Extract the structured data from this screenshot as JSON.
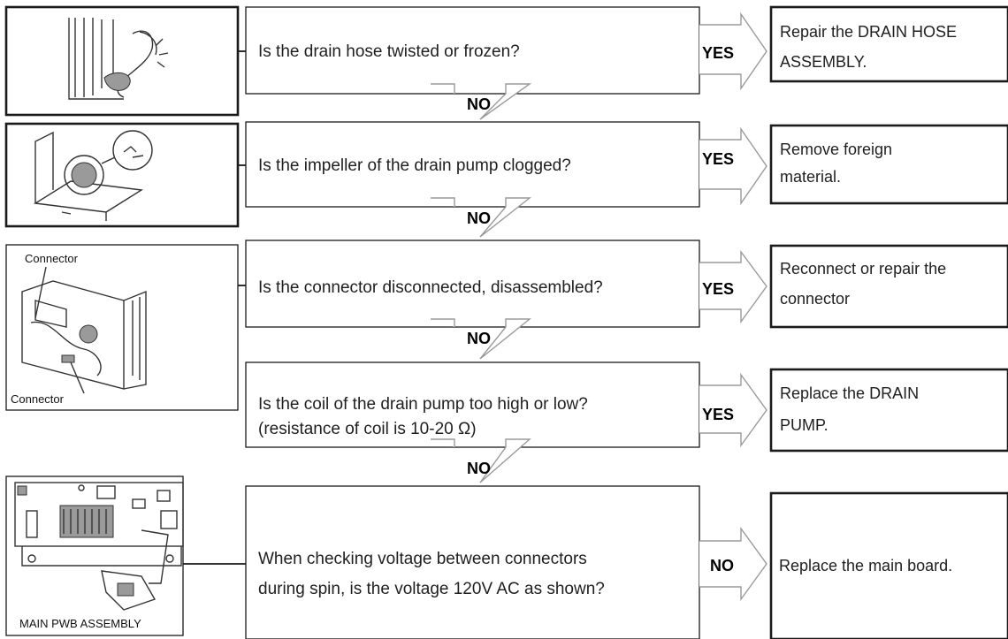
{
  "steps": [
    {
      "question": [
        "Is the drain hose twisted or frozen?"
      ],
      "answer_label": "YES",
      "action": [
        "Repair the DRAIN HOSE",
        "ASSEMBLY."
      ]
    },
    {
      "question": [
        "Is the impeller of the drain pump clogged?"
      ],
      "answer_label": "YES",
      "action": [
        "Remove foreign",
        "material."
      ]
    },
    {
      "question": [
        "Is the connector disconnected, disassembled?"
      ],
      "answer_label": "YES",
      "action": [
        "Reconnect or repair the",
        "connector"
      ]
    },
    {
      "question": [
        "Is the coil of the drain pump too high or low?",
        "(resistance of coil is 10-20 Ω)"
      ],
      "answer_label": "YES",
      "action": [
        "Replace the DRAIN",
        "PUMP."
      ]
    },
    {
      "question": [
        "When checking voltage between connectors",
        "during spin, is the voltage 120V AC as shown?"
      ],
      "answer_label": "NO",
      "action": [
        "Replace the main board."
      ]
    }
  ],
  "next_label": "NO",
  "illustrations": {
    "connector_top": "Connector",
    "connector_bottom": "Connector",
    "main_pwb": "MAIN  PWB ASSEMBLY"
  },
  "icons": [
    "drain-hose-illustration",
    "drain-pump-illustration",
    "connector-illustration",
    "main-board-illustration"
  ]
}
